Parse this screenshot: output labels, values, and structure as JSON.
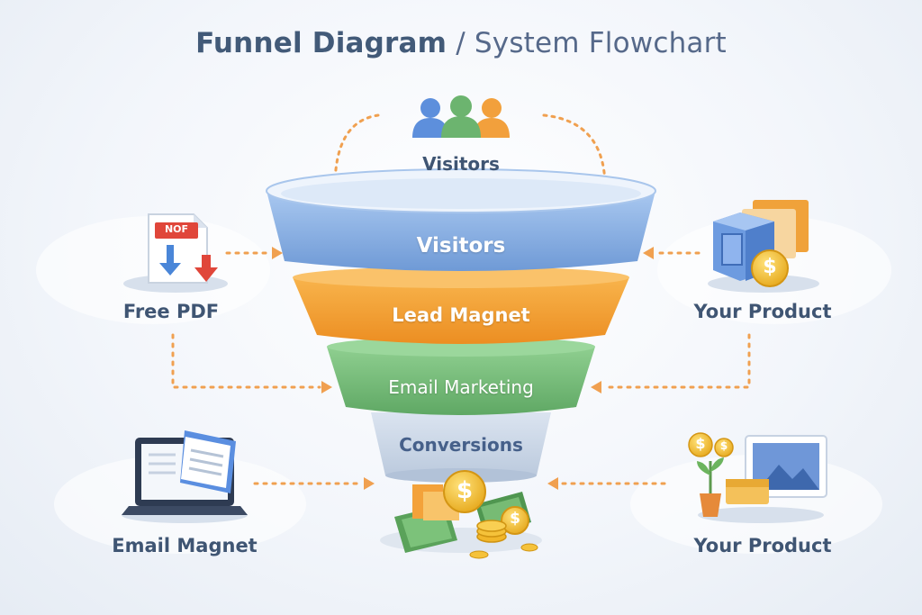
{
  "title": {
    "bold": "Funnel Diagram",
    "separator": " / ",
    "rest": "System Flowchart"
  },
  "top_label": "Visitors",
  "funnel": {
    "stages": [
      {
        "label": "Visitors",
        "color": "#8fb5e6"
      },
      {
        "label": "Lead Magnet",
        "color": "#f4a23c"
      },
      {
        "label": "Email Marketing",
        "color": "#7cc07f"
      },
      {
        "label": "Conversions",
        "color": "#c9d6e8"
      }
    ]
  },
  "side_items": {
    "free_pdf": {
      "label": "Free PDF",
      "badge": "NOF",
      "icon": "pdf-download-icon"
    },
    "email_magnet": {
      "label": "Email Magnet",
      "icon": "laptop-ebook-icon"
    },
    "product_top": {
      "label": "Your Product",
      "icon": "product-box-coin-icon"
    },
    "product_bottom": {
      "label": "Your Product",
      "icon": "money-plant-video-icon"
    }
  },
  "icons": {
    "visitors": "users-group-icon",
    "money": "money-pile-icon"
  },
  "colors": {
    "arrow": "#f0a050",
    "text": "#3f5573",
    "coin": "#f5bf2a",
    "cash": "#5aa25a"
  }
}
